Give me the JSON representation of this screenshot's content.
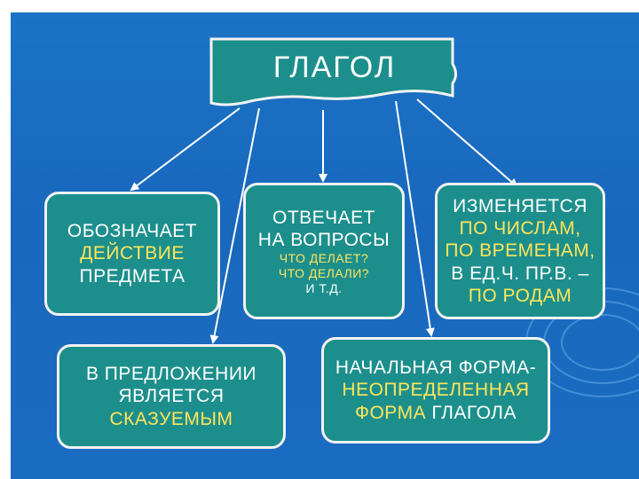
{
  "title": "ГЛАГОЛ",
  "boxes": {
    "meaning": {
      "line1": "ОБОЗНАЧАЕТ",
      "line2": "ДЕЙСТВИЕ",
      "line3": "ПРЕДМЕТА"
    },
    "questions": {
      "line1": "ОТВЕЧАЕТ",
      "line2": "НА ВОПРОСЫ",
      "line3": "ЧТО ДЕЛАЕТ?",
      "line4": "ЧТО ДЕЛАЛИ?",
      "line5": "И Т.Д."
    },
    "changes": {
      "line1": "ИЗМЕНЯЕТСЯ",
      "line2": "ПО ЧИСЛАМ,",
      "line3": "ПО ВРЕМЕНАМ,",
      "line4": "В ЕД.Ч. ПР.В. –",
      "line5": "ПО РОДАМ"
    },
    "sentence": {
      "line1": "В ПРЕДЛОЖЕНИИ",
      "line2": "ЯВЛЯЕТСЯ",
      "line3": "СКАЗУЕМЫМ"
    },
    "initial_form": {
      "line1": "НАЧАЛЬНАЯ ФОРМА-",
      "line2": "НЕОПРЕДЕЛЕННАЯ",
      "line3a": "ФОРМА",
      "line3b": " ГЛАГОЛА"
    }
  },
  "colors": {
    "background": "#1a6cc2",
    "box_fill": "#1c8f8c",
    "box_border": "#f2f2f2",
    "highlight_text": "#ffe45a",
    "normal_text": "#ffffff"
  }
}
